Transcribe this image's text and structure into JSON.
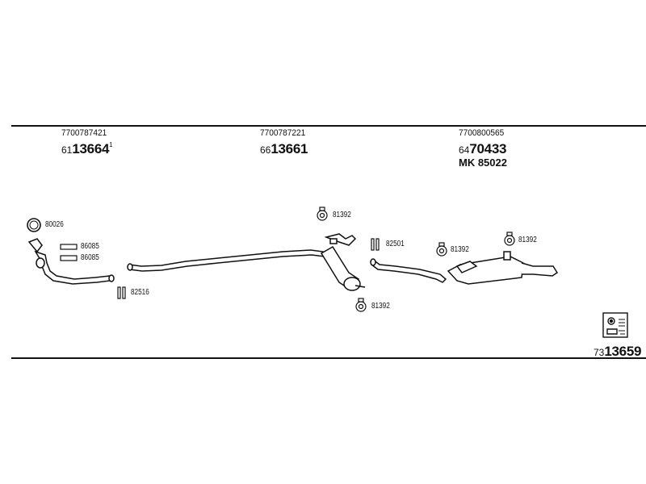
{
  "groups": [
    {
      "ref": "7700787421",
      "code_prefix": "61",
      "code_main": "13664",
      "code_sup": "1"
    },
    {
      "ref": "7700787221",
      "code_prefix": "66",
      "code_main": "13661"
    },
    {
      "ref": "7700800565",
      "code_prefix": "64",
      "code_main": "70433",
      "extra": "MK 85022"
    }
  ],
  "parts": {
    "ring_gasket": "80026",
    "spring_top": "86085",
    "spring_bottom": "86085",
    "clamp_front": "82516",
    "hanger_center_top": "81392",
    "clamp_center": "82501",
    "hanger_center_bottom": "81392",
    "hanger_rear_1": "81392",
    "hanger_rear_2": "81392"
  },
  "footer": {
    "code_prefix": "73",
    "code_main": "13659"
  },
  "icon": "mounting-kit-icon"
}
